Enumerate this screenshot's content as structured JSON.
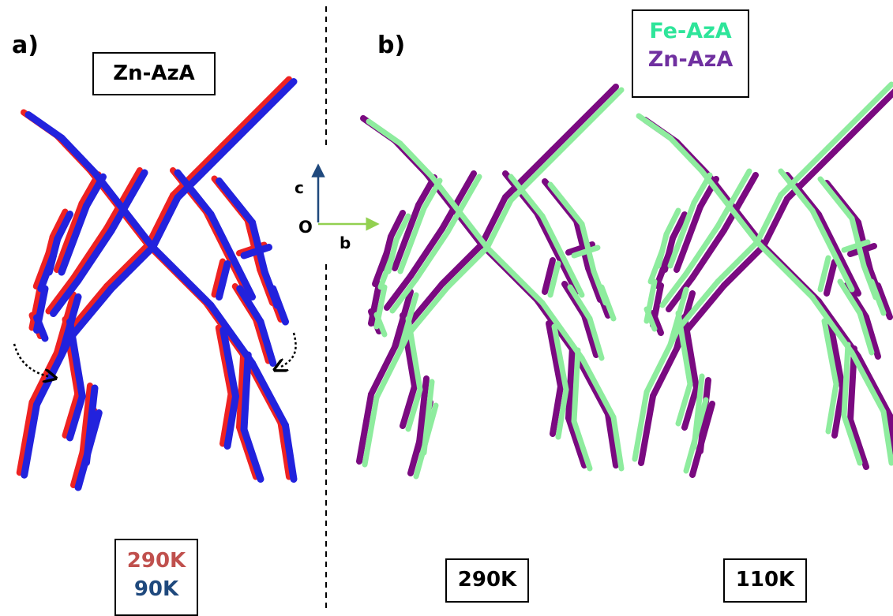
{
  "panel_a": {
    "label": "a)",
    "compound": "Zn-AzA",
    "temps": [
      "290K",
      "90K"
    ]
  },
  "panel_b": {
    "label": "b)",
    "legend": [
      "Fe-AzA",
      "Zn-AzA"
    ],
    "temps": [
      "290K",
      "110K"
    ]
  },
  "axes": {
    "vertical": "c",
    "horizontal": "b",
    "origin": "O"
  },
  "colors": {
    "temp_290k": "#c0504d",
    "temp_90k": "#1f497d",
    "fe_azA": "#2ee59a",
    "zn_azA": "#7030a0",
    "stick_red": "#ee2222",
    "stick_blue": "#2222dd",
    "stick_green": "#8eec9e",
    "stick_purple": "#7a0a80",
    "axis_c": "#1f497d",
    "axis_b": "#92d050"
  }
}
